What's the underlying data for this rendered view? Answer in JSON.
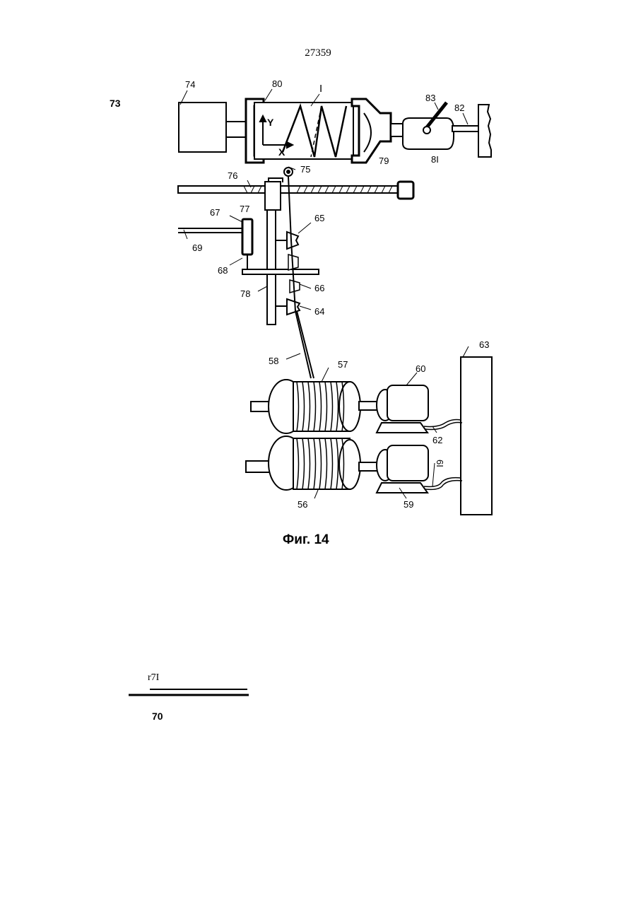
{
  "page": {
    "number": "27359"
  },
  "figure": {
    "caption": "Фиг. 14",
    "labels": {
      "l74": "74",
      "l80": "80",
      "lI": "I",
      "l83": "83",
      "l82": "82",
      "l81": "8I",
      "l79": "79",
      "l75": "75",
      "l76": "76",
      "l77": "77",
      "l67": "67",
      "l65": "65",
      "l69": "69",
      "l68": "68",
      "l66": "66",
      "l78": "78",
      "l64": "64",
      "l58": "58",
      "l57": "57",
      "l60": "60",
      "l63": "63",
      "l62": "62",
      "l61": "6I",
      "l56": "56",
      "l59": "59",
      "lY": "Y",
      "lX": "X"
    }
  },
  "side_labels": {
    "l73": "73",
    "l70": "70",
    "r7i": "r7I"
  }
}
